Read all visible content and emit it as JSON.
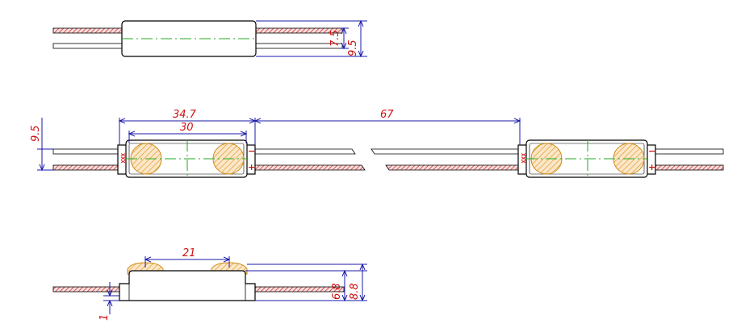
{
  "dimensions": {
    "top_height_inner": "7.5",
    "top_height_outer": "9.5",
    "mid_height": "9.5",
    "module_length": "34.7",
    "led_spacing": "30",
    "pitch": "67",
    "side_led_spacing": "21",
    "side_height_inner": "6.8",
    "side_height_outer": "8.8",
    "side_base": "1"
  },
  "labels": {
    "minus": "−",
    "plus": "+",
    "module_code": "XXX"
  },
  "colors": {
    "dimension_text": "#d01010",
    "dimension_line": "#1a1aa8",
    "centerline": "#22aa22",
    "lens_hatch": "#d08a10",
    "red_wire": "#c83232"
  }
}
